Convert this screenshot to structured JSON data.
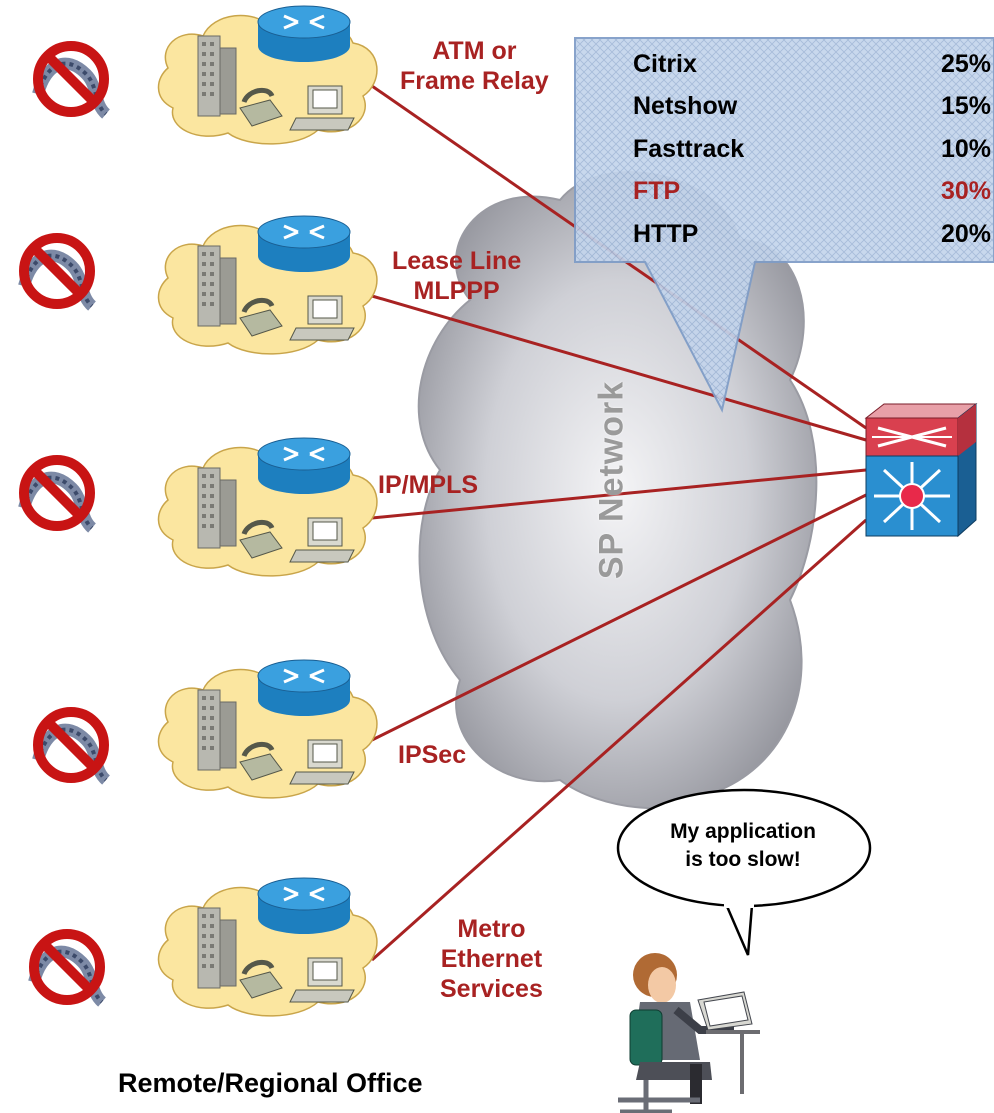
{
  "diagram": {
    "links": [
      {
        "id": "atm",
        "label": "ATM or\nFrame Relay"
      },
      {
        "id": "lease",
        "label": "Lease Line\nMLPPP"
      },
      {
        "id": "ipmpls",
        "label": "IP/MPLS"
      },
      {
        "id": "ipsec",
        "label": "IPSec"
      },
      {
        "id": "metro",
        "label": "Metro\nEthernet\nServices"
      }
    ],
    "cloud_label": "SP Network",
    "traffic": [
      {
        "name": "Citrix",
        "pct": "25%",
        "highlight": false
      },
      {
        "name": "Netshow",
        "pct": "15%",
        "highlight": false
      },
      {
        "name": "Fasttrack",
        "pct": "10%",
        "highlight": false
      },
      {
        "name": "FTP",
        "pct": "30%",
        "highlight": true
      },
      {
        "name": "HTTP",
        "pct": "20%",
        "highlight": false
      }
    ],
    "speech": "My application\nis too slow!",
    "office_caption": "Remote/Regional Office",
    "colors": {
      "link_line": "#a82222",
      "label_red": "#a82222",
      "office_cloud": "#fbe6a0",
      "router_blue": "#1d7fbf",
      "callout_fill": "#bcd0ea",
      "no_sign": "#c81414"
    }
  }
}
